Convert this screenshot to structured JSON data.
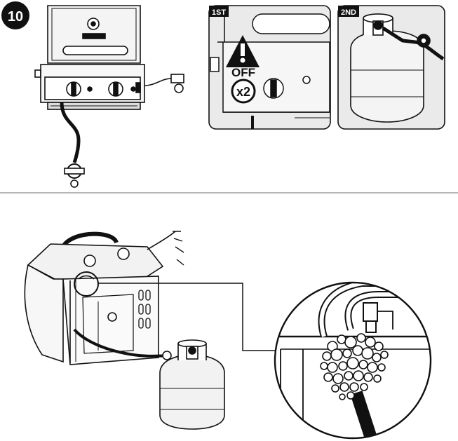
{
  "step": {
    "number": "10"
  },
  "panels": [
    {
      "tag": "1ST"
    },
    {
      "tag": "2ND"
    }
  ],
  "warning": {
    "text": "OFF",
    "multiplier": "x2"
  },
  "colors": {
    "ink": "#111111",
    "panel_fill": "#e9e9e9",
    "divider": "#8a8a8a",
    "paper": "#ffffff",
    "tank_fill": "#efefef"
  }
}
